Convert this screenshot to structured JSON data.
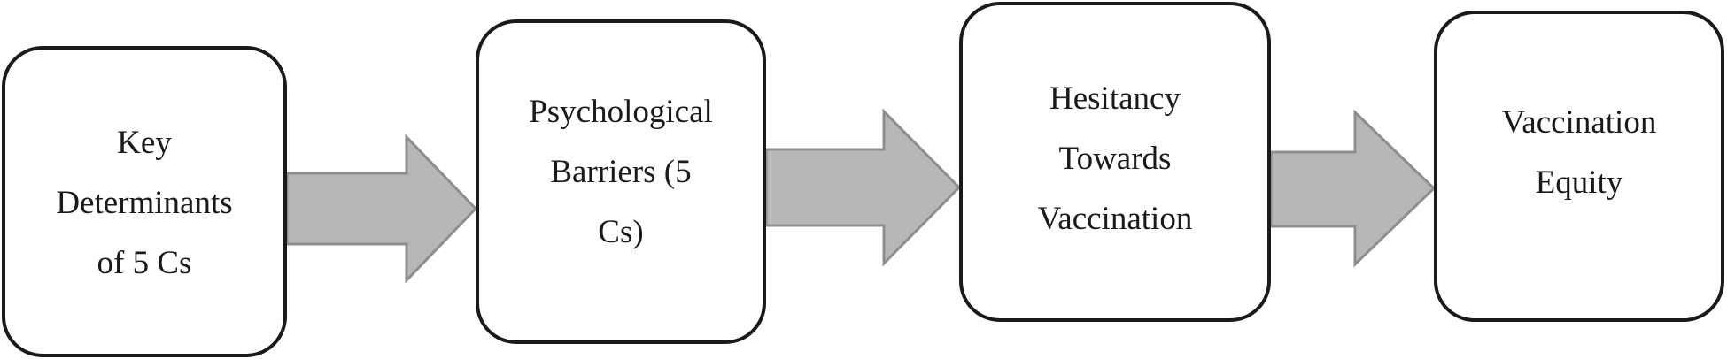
{
  "diagram": {
    "type": "flowchart",
    "nodes": [
      {
        "id": "box1",
        "label": "Key\nDeterminants\nof 5 Cs"
      },
      {
        "id": "box2",
        "label": "Psychological\nBarriers (5\nCs)"
      },
      {
        "id": "box3",
        "label": "Hesitancy\nTowards\nVaccination"
      },
      {
        "id": "box4",
        "label": "Vaccination\nEquity"
      }
    ],
    "edges": [
      {
        "from": "box1",
        "to": "box2"
      },
      {
        "from": "box2",
        "to": "box3"
      },
      {
        "from": "box3",
        "to": "box4"
      }
    ],
    "colors": {
      "box_border": "#1a1a1a",
      "box_fill": "#ffffff",
      "text": "#1a1a1a",
      "arrow_fill": "#b7b7b7",
      "arrow_stroke": "#8e8e8e"
    }
  }
}
